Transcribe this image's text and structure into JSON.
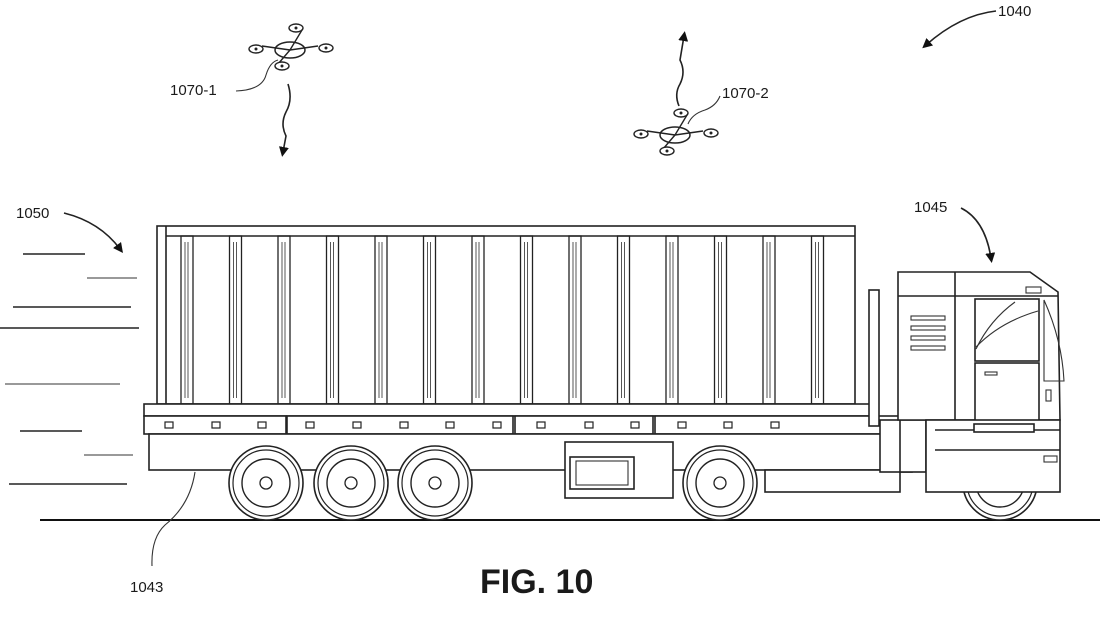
{
  "figure": {
    "caption": "FIG. 10",
    "description": "Patent line drawing of an autonomous truck with cargo container trailer and two aerial drones"
  },
  "labels": {
    "system": "1040",
    "vehicle": "1045",
    "trailer": "1043",
    "motion": "1050",
    "drone_1": "1070-1",
    "drone_2": "1070-2"
  },
  "components": {
    "drones": [
      {
        "id": "1070-1",
        "direction": "descending"
      },
      {
        "id": "1070-2",
        "direction": "ascending"
      }
    ],
    "trailer_wheels": 3,
    "tractor_wheels": 2,
    "container_panels": 14
  }
}
